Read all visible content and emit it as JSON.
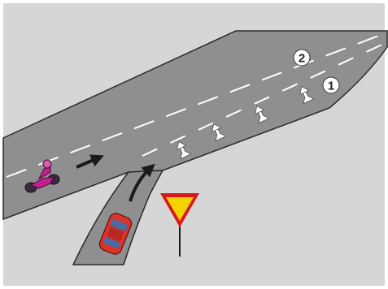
{
  "scene": {
    "background_color": "#d6d6d6",
    "road_color": "#8f8f8f",
    "road_edge_color": "#2a2a2a",
    "marking_color": "#ffffff",
    "arrow_dark_color": "#1a1a1a"
  },
  "lane_labels": [
    {
      "id": "lane-1",
      "text": "1"
    },
    {
      "id": "lane-2",
      "text": "2"
    }
  ],
  "vehicles": [
    {
      "kind": "motorcycle",
      "color": "#c02090",
      "icon": "motorcycle-icon"
    },
    {
      "kind": "car",
      "color": "#d8342a",
      "icon": "car-icon"
    }
  ],
  "sign": {
    "kind": "yield",
    "fill": "#f3d400",
    "border": "#d81818",
    "icon": "yield-sign-icon"
  }
}
